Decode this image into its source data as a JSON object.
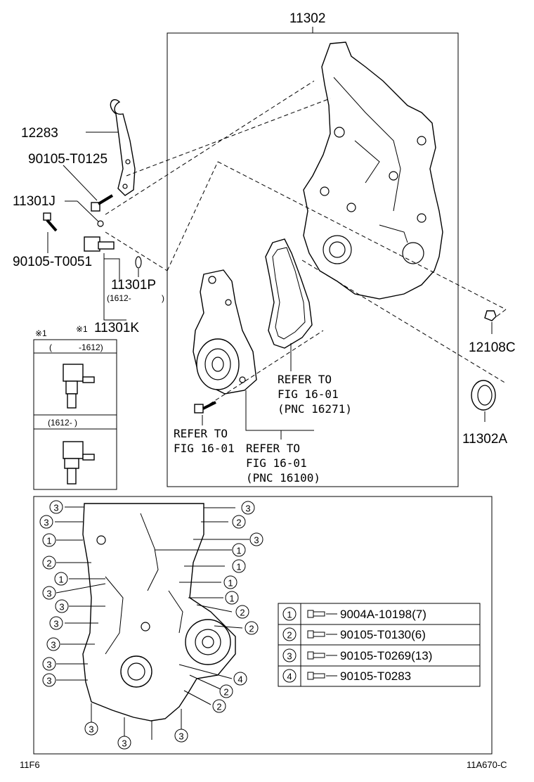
{
  "parts": {
    "timing_cover": "11302",
    "hook": "12283",
    "bolt_hook": "90105-T0125",
    "sensor_bracket": "11301J",
    "bolt_sensor": "90105-T0051",
    "sensor_p": "11301P",
    "sensor_p_note_open": "(1612-",
    "sensor_p_note_close": ")",
    "sensor_k_mark": "※1",
    "sensor_k": "11301K",
    "plug": "12108C",
    "oil_seal": "11302A"
  },
  "refers": [
    {
      "l1": "REFER TO",
      "l2": "FIG 16-01",
      "l3": "(PNC 16271)"
    },
    {
      "l1": "REFER TO",
      "l2": "FIG 16-01",
      "l3": ""
    },
    {
      "l1": "REFER TO",
      "l2": "FIG 16-01",
      "l3": "(PNC 16100)"
    }
  ],
  "inset": {
    "mark": "※1",
    "row1_open": "(",
    "row1_code": "-1612)",
    "row2": "(1612-     )"
  },
  "bolt_table": [
    {
      "num": "1",
      "part": "9004A-10198(7)"
    },
    {
      "num": "2",
      "part": "90105-T0130(6)"
    },
    {
      "num": "3",
      "part": "90105-T0269(13)"
    },
    {
      "num": "4",
      "part": "90105-T0283"
    }
  ],
  "callouts": [
    "3",
    "3",
    "1",
    "2",
    "1",
    "3",
    "3",
    "3",
    "3",
    "3",
    "3",
    "3",
    "3",
    "3",
    "2",
    "3",
    "1",
    "1",
    "1",
    "1",
    "2",
    "2",
    "4",
    "2",
    "2",
    "3"
  ],
  "footer": {
    "left": "11F6",
    "right": "11A670-C"
  }
}
